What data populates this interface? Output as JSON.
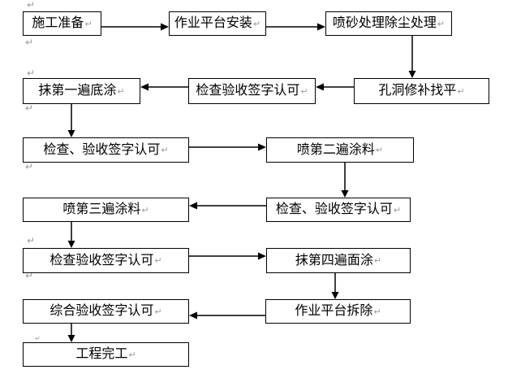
{
  "flowchart": {
    "nodes": [
      {
        "id": "n1",
        "label": "施工准备"
      },
      {
        "id": "n2",
        "label": "作业平台安装"
      },
      {
        "id": "n3",
        "label": "喷砂处理除尘处理"
      },
      {
        "id": "n4",
        "label": "孔洞修补找平"
      },
      {
        "id": "n5",
        "label": "检查验收签字认可"
      },
      {
        "id": "n6",
        "label": "抹第一遍底涂"
      },
      {
        "id": "n7",
        "label": "检查、验收签字认可"
      },
      {
        "id": "n8",
        "label": "喷第二遍涂料"
      },
      {
        "id": "n9",
        "label": "检查、验收签字认可"
      },
      {
        "id": "n10",
        "label": "喷第三遍涂料"
      },
      {
        "id": "n11",
        "label": "检查验收签字认可"
      },
      {
        "id": "n12",
        "label": "抹第四遍面涂"
      },
      {
        "id": "n13",
        "label": "作业平台拆除"
      },
      {
        "id": "n14",
        "label": "综合验收签字认可"
      },
      {
        "id": "n15",
        "label": "工程完工"
      }
    ],
    "edges": [
      {
        "from": "n1",
        "to": "n2"
      },
      {
        "from": "n2",
        "to": "n3"
      },
      {
        "from": "n3",
        "to": "n4"
      },
      {
        "from": "n4",
        "to": "n5"
      },
      {
        "from": "n5",
        "to": "n6"
      },
      {
        "from": "n6",
        "to": "n7"
      },
      {
        "from": "n7",
        "to": "n8"
      },
      {
        "from": "n8",
        "to": "n9"
      },
      {
        "from": "n9",
        "to": "n10"
      },
      {
        "from": "n10",
        "to": "n11"
      },
      {
        "from": "n11",
        "to": "n12"
      },
      {
        "from": "n12",
        "to": "n13"
      },
      {
        "from": "n13",
        "to": "n14"
      },
      {
        "from": "n14",
        "to": "n15"
      }
    ]
  },
  "paragraph_mark": "↵",
  "colors": {
    "line": "#000000",
    "box_border": "#000000",
    "box_fill": "#ffffff",
    "paragraph_mark": "#9c9c9c",
    "background": "#ffffff"
  }
}
